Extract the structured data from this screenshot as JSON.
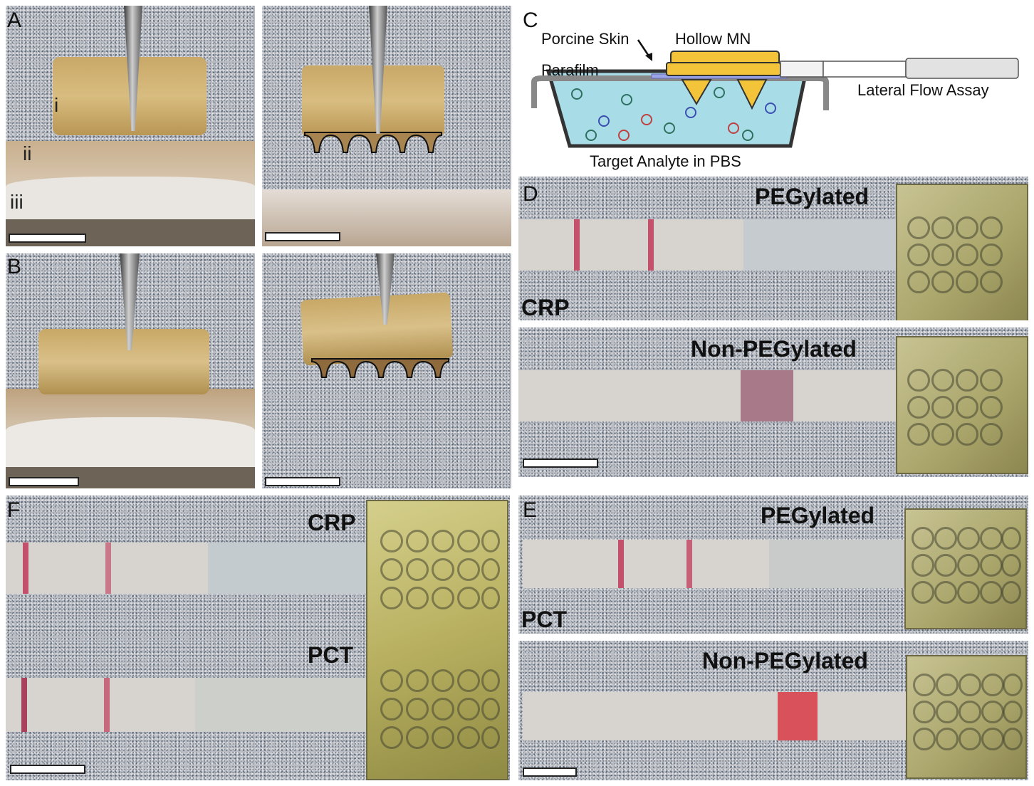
{
  "panels": {
    "a_letter": "A",
    "b_letter": "B",
    "c_letter": "C",
    "d_letter": "D",
    "e_letter": "E",
    "f_letter": "F",
    "a_labels": [
      "i",
      "ii",
      "iii"
    ],
    "c_labels": {
      "porcine_skin": "Porcine Skin",
      "hollow_mn": "Hollow MN",
      "parafilm": "Parafilm",
      "lateral_flow": "Lateral Flow Assay",
      "target": "Target Analyte in PBS"
    },
    "d_labels": {
      "top": "PEGylated",
      "marker": "CRP",
      "bottom": "Non-PEGylated"
    },
    "e_labels": {
      "top": "PEGylated",
      "marker": "PCT",
      "bottom": "Non-PEGylated"
    },
    "f_labels": {
      "top": "CRP",
      "bottom": "PCT"
    }
  },
  "colors": {
    "test_line": "#c03a5a",
    "device": "#b7b27c",
    "mn_gold": "#f3c33a",
    "pbs": "#a8dde8"
  }
}
